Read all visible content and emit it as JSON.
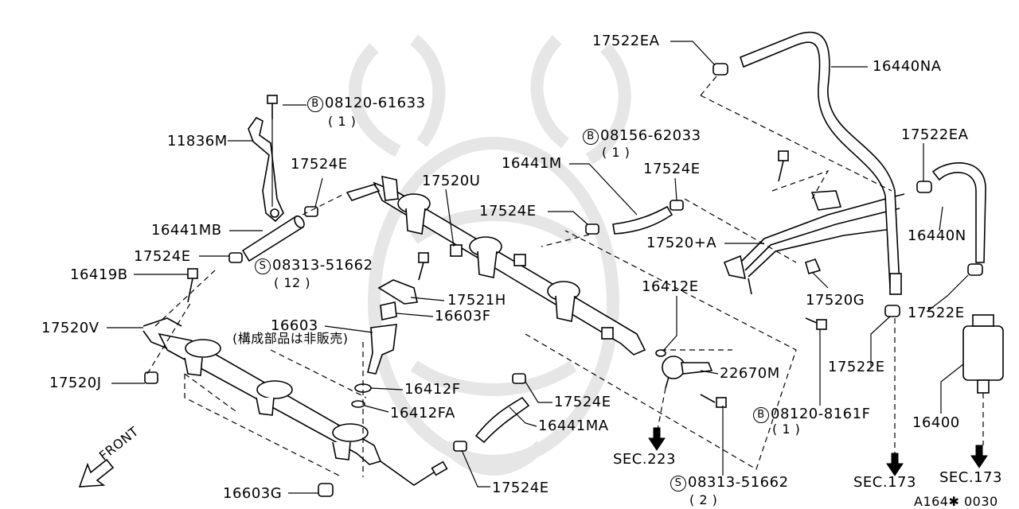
{
  "labels": {
    "l17522ea_top": "17522EA",
    "l16440na": "16440NA",
    "l08120_61633": "08120-61633",
    "l08120_61633_qty": "( 1 )",
    "l08156_62033": "08156-62033",
    "l08156_62033_qty": "( 1 )",
    "l17522ea_right": "17522EA",
    "l11836m": "11836M",
    "l17524e_a": "17524E",
    "l17520u": "17520U",
    "l16441m": "16441M",
    "l17524e_b": "17524E",
    "l16441mb": "16441MB",
    "l17524e_c": "17524E",
    "l16440n": "16440N",
    "l17520a": "17520+A",
    "l17524e_d": "17524E",
    "l08313_51662_a": "08313-51662",
    "l08313_51662_a_qty": "( 12 )",
    "l16419b": "16419B",
    "l16412e": "16412E",
    "l17520g": "17520G",
    "l17521h": "17521H",
    "l17522e_a": "17522E",
    "l16603f": "16603F",
    "l17520v": "17520V",
    "l16603": "16603",
    "l16603_note": "(構成部品は非販売)",
    "l17522e_b": "17522E",
    "l22670m": "22670M",
    "l17520j": "17520J",
    "l16412f": "16412F",
    "l17524e_e": "17524E",
    "l16412fa": "16412FA",
    "l08120_8161f": "08120-8161F",
    "l08120_8161f_qty": "( 1 )",
    "l16400": "16400",
    "l16441ma": "16441MA",
    "l_front": "FRONT",
    "l_sec223": "SEC.223",
    "l_sec173_a": "SEC.173",
    "l_sec173_b": "SEC.173",
    "l16603g": "16603G",
    "l17524e_f": "17524E",
    "l08313_51662_b": "08313-51662",
    "l08313_51662_b_qty": "( 2 )",
    "l_code": "A164✱ 0030"
  },
  "symbols": {
    "bolt_b": "B",
    "screw_s": "S"
  }
}
